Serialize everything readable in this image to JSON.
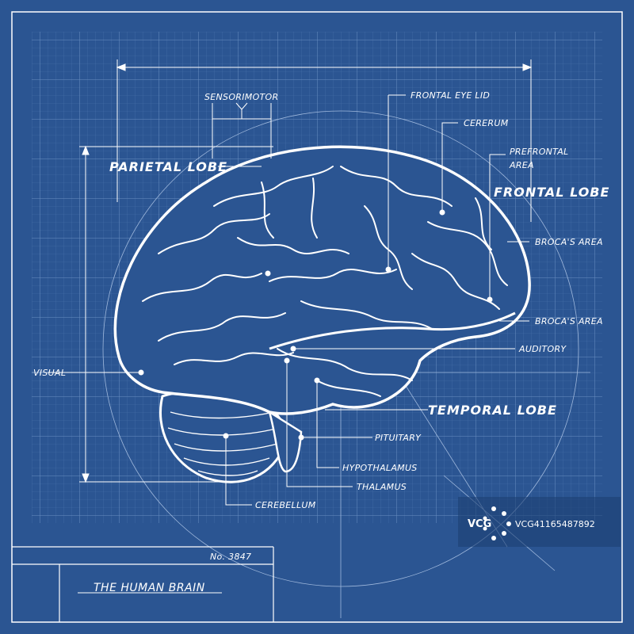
{
  "colors": {
    "background": "#2b5592",
    "grid": "#4a72ab",
    "line": "#ffffff"
  },
  "labels": {
    "sensorimotor": "SENSORIMOTOR",
    "frontal_eye_lid": "FRONTAL EYE LID",
    "cerebrum": "CERERUM",
    "prefrontal_1": "PREFRONTAL",
    "prefrontal_2": "AREA",
    "parietal_lobe": "PARIETAL LOBE",
    "frontal_lobe": "FRONTAL LOBE",
    "brocas_area_1": "BROCA'S AREA",
    "brocas_area_2": "BROCA'S AREA",
    "auditory": "AUDITORY",
    "visual": "VISUAL",
    "temporal_lobe": "TEMPORAL LOBE",
    "pituitary": "PITUITARY",
    "hypothalamus": "HYPOTHALAMUS",
    "thalamus": "THALAMUS",
    "cerebellum": "CEREBELLUM"
  },
  "title_block": {
    "number": "No. 3847",
    "title": "THE HUMAN BRAIN"
  },
  "watermark": {
    "logo": "VCG",
    "id": "VCG41165487892"
  }
}
